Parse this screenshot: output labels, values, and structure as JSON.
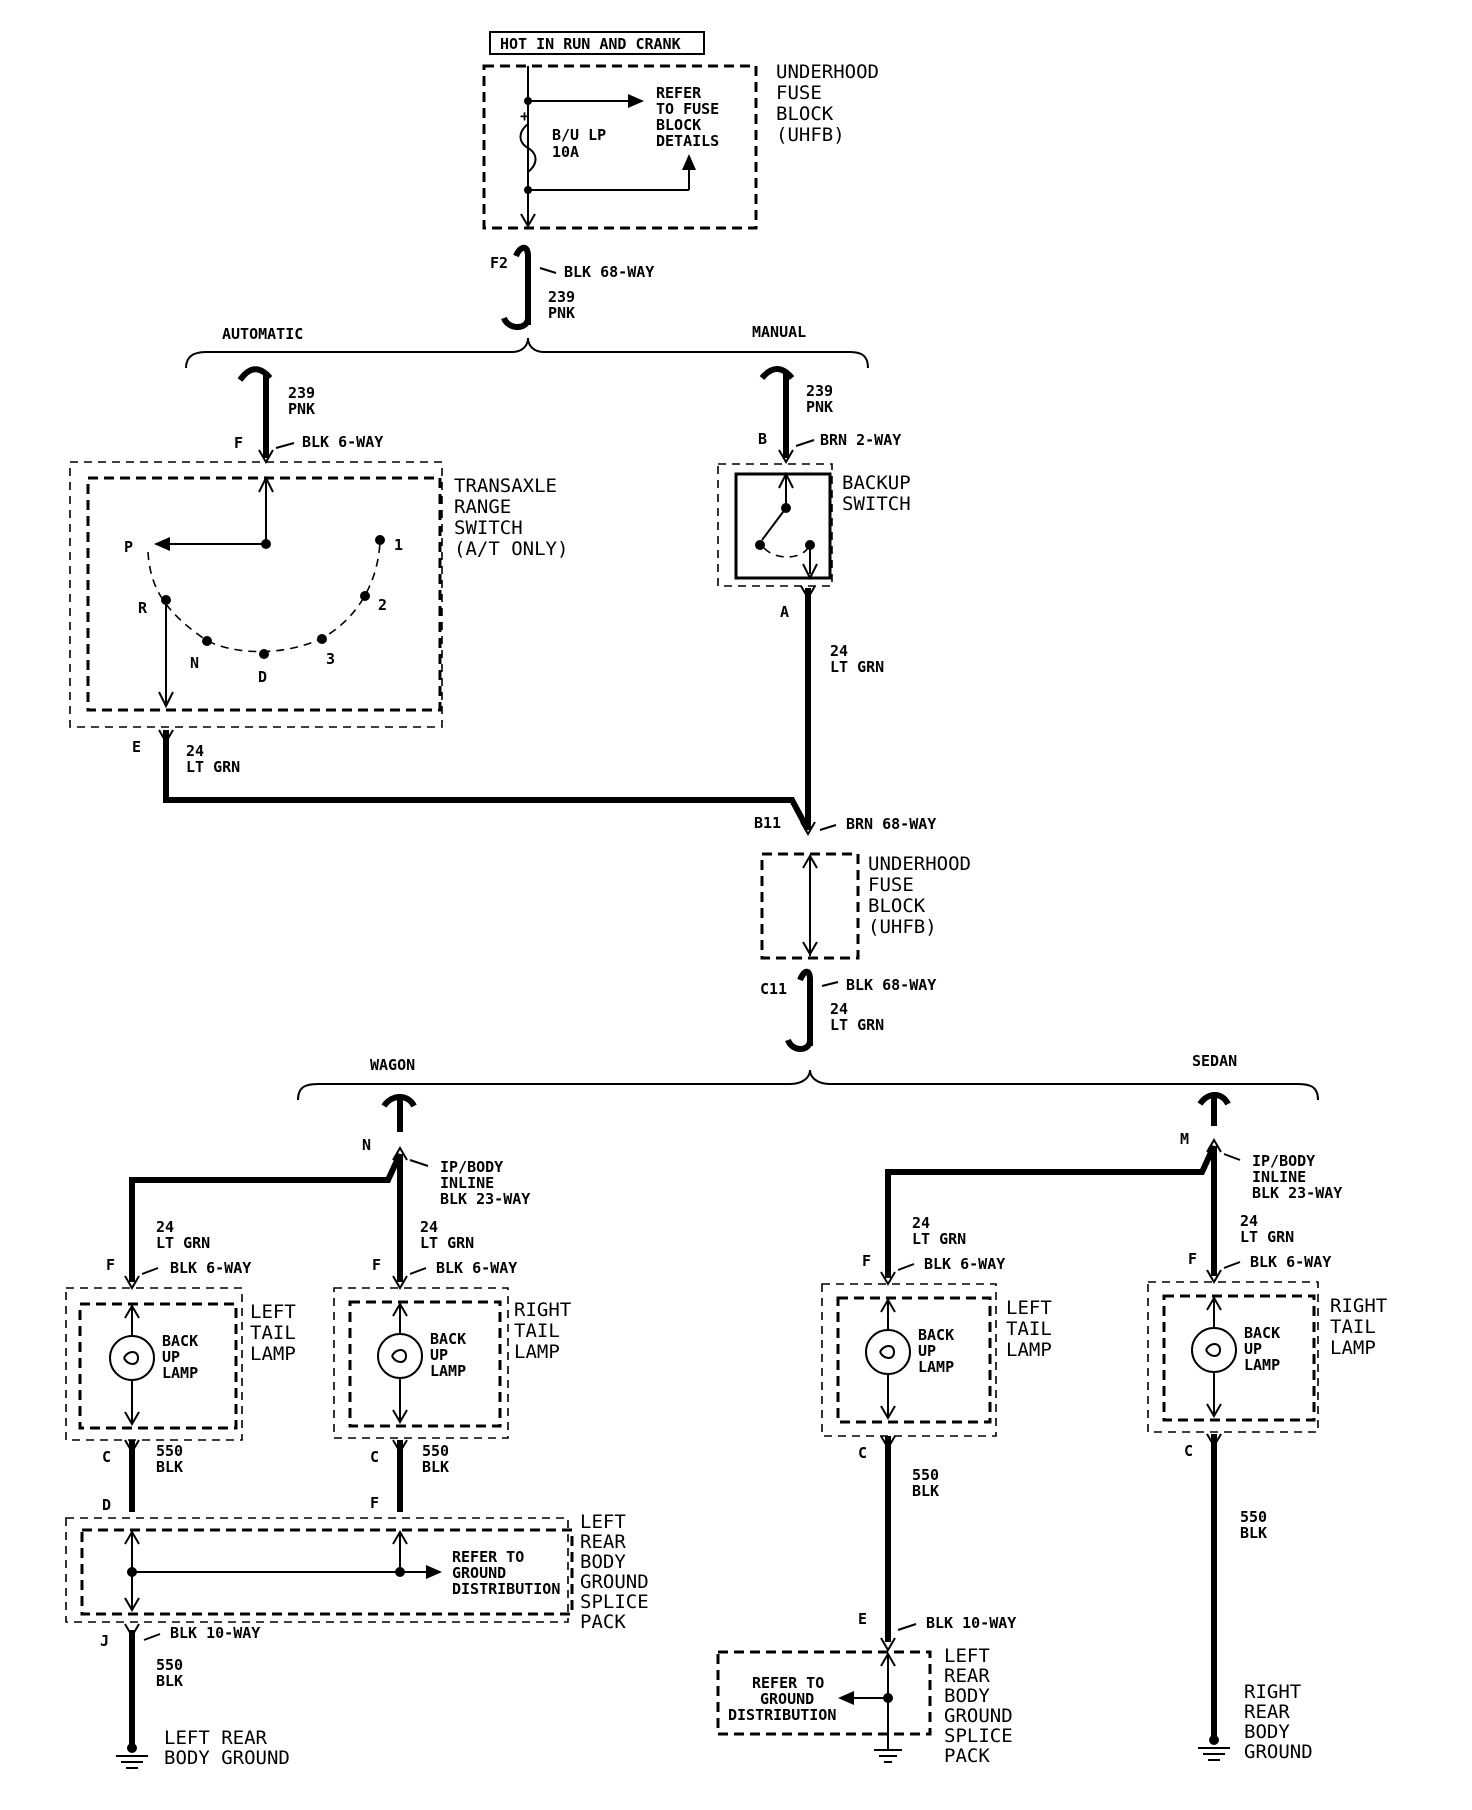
{
  "header": {
    "power_source": "HOT IN RUN AND CRANK"
  },
  "uhfb_top": {
    "name": [
      "UNDERHOOD",
      "FUSE",
      "BLOCK",
      "(UHFB)"
    ],
    "fuse": "B/U LP",
    "rating": "10A",
    "refer": [
      "REFER",
      "TO FUSE",
      "BLOCK",
      "DETAILS"
    ],
    "connector_pin": "F2",
    "connector": "BLK 68-WAY",
    "wire_num": "239",
    "wire_color": "PNK"
  },
  "branches_top": {
    "left": "AUTOMATIC",
    "right": "MANUAL"
  },
  "automatic": {
    "wire_num": "239",
    "wire_color": "PNK",
    "pin_in": "F",
    "connector": "BLK 6-WAY",
    "switch_name": [
      "TRANSAXLE",
      "RANGE",
      "SWITCH",
      "(A/T ONLY)"
    ],
    "positions": [
      "P",
      "R",
      "N",
      "D",
      "3",
      "2",
      "1"
    ],
    "pin_out": "E",
    "out_wire_num": "24",
    "out_wire_color": "LT GRN"
  },
  "manual": {
    "wire_num": "239",
    "wire_color": "PNK",
    "pin_in": "B",
    "connector": "BRN 2-WAY",
    "switch_name": [
      "BACKUP",
      "SWITCH"
    ],
    "pin_out": "A",
    "out_wire_num": "24",
    "out_wire_color": "LT GRN"
  },
  "uhfb_mid": {
    "pin_in": "B11",
    "connector_in": "BRN 68-WAY",
    "name": [
      "UNDERHOOD",
      "FUSE",
      "BLOCK",
      "(UHFB)"
    ],
    "pin_out": "C11",
    "connector_out": "BLK 68-WAY",
    "wire_num": "24",
    "wire_color": "LT GRN"
  },
  "branches_bottom": {
    "left": "WAGON",
    "right": "SEDAN"
  },
  "wagon": {
    "pin": "N",
    "connector": [
      "IP/BODY",
      "INLINE",
      "BLK 23-WAY"
    ],
    "left_lamp": {
      "wire_num": "24",
      "wire_color": "LT GRN",
      "pin_in": "F",
      "connector": "BLK 6-WAY",
      "name": [
        "LEFT",
        "TAIL",
        "LAMP"
      ],
      "bulb": [
        "BACK",
        "UP",
        "LAMP"
      ],
      "pin_out": "C",
      "out_wire_num": "550",
      "out_wire_color": "BLK",
      "splice_pin": "D"
    },
    "right_lamp": {
      "wire_num": "24",
      "wire_color": "LT GRN",
      "pin_in": "F",
      "connector": "BLK 6-WAY",
      "name": [
        "RIGHT",
        "TAIL",
        "LAMP"
      ],
      "bulb": [
        "BACK",
        "UP",
        "LAMP"
      ],
      "pin_out": "C",
      "out_wire_num": "550",
      "out_wire_color": "BLK",
      "splice_pin": "F"
    },
    "splice": {
      "name": [
        "LEFT",
        "REAR",
        "BODY",
        "GROUND",
        "SPLICE",
        "PACK"
      ],
      "refer": [
        "REFER TO",
        "GROUND",
        "DISTRIBUTION"
      ],
      "pin_out": "J",
      "connector": "BLK 10-WAY",
      "wire_num": "550",
      "wire_color": "BLK"
    },
    "ground": [
      "LEFT REAR",
      "BODY GROUND"
    ]
  },
  "sedan": {
    "pin": "M",
    "connector": [
      "IP/BODY",
      "INLINE",
      "BLK 23-WAY"
    ],
    "left_lamp": {
      "wire_num": "24",
      "wire_color": "LT GRN",
      "pin_in": "F",
      "connector": "BLK 6-WAY",
      "name": [
        "LEFT",
        "TAIL",
        "LAMP"
      ],
      "bulb": [
        "BACK",
        "UP",
        "LAMP"
      ],
      "pin_out": "C",
      "out_wire_num": "550",
      "out_wire_color": "BLK"
    },
    "right_lamp": {
      "wire_num": "24",
      "wire_color": "LT GRN",
      "pin_in": "F",
      "connector": "BLK 6-WAY",
      "name": [
        "RIGHT",
        "TAIL",
        "LAMP"
      ],
      "bulb": [
        "BACK",
        "UP",
        "LAMP"
      ],
      "pin_out": "C",
      "out_wire_num": "550",
      "out_wire_color": "BLK"
    },
    "splice": {
      "pin_in": "E",
      "connector": "BLK 10-WAY",
      "name": [
        "LEFT",
        "REAR",
        "BODY",
        "GROUND",
        "SPLICE",
        "PACK"
      ],
      "refer": [
        "REFER TO",
        "GROUND",
        "DISTRIBUTION"
      ]
    },
    "right_ground": [
      "RIGHT",
      "REAR",
      "BODY",
      "GROUND"
    ]
  }
}
